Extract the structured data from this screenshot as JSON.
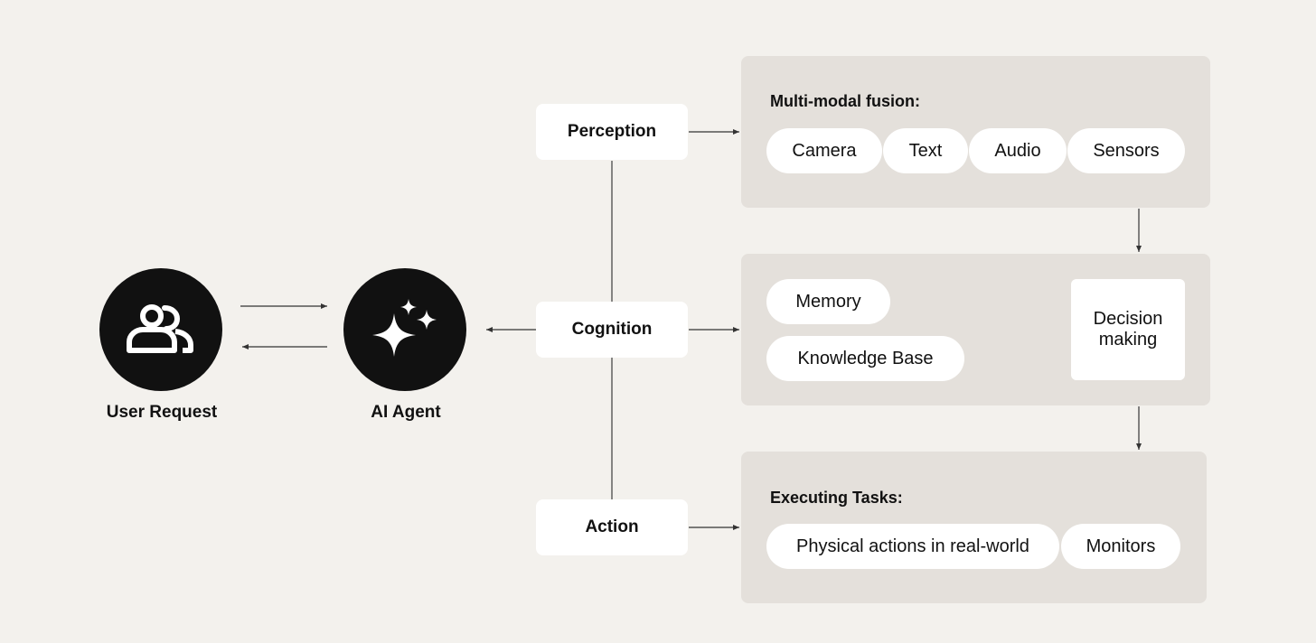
{
  "nodes": {
    "user": {
      "label": "User Request",
      "icon": "users-icon"
    },
    "agent": {
      "label": "AI Agent",
      "icon": "sparkles-icon"
    }
  },
  "stages": {
    "perception": "Perception",
    "cognition": "Cognition",
    "action": "Action"
  },
  "perception_panel": {
    "title": "Multi-modal fusion:",
    "items": [
      "Camera",
      "Text",
      "Audio",
      "Sensors"
    ]
  },
  "cognition_panel": {
    "inputs": [
      "Memory",
      "Knowledge Base"
    ],
    "decision": [
      "Decision",
      "making"
    ]
  },
  "action_panel": {
    "title": "Executing Tasks:",
    "items": [
      "Physical actions in real-world",
      "Monitors"
    ]
  },
  "colors": {
    "background": "#f3f1ed",
    "panel": "#e4e0db",
    "node": "#111111",
    "box": "#ffffff",
    "line": "#555555"
  }
}
